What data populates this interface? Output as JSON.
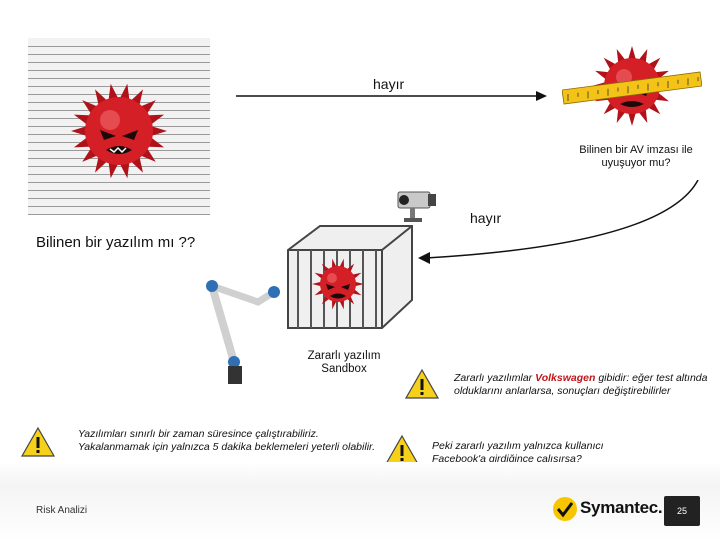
{
  "label_no_top": "hayır",
  "question_signature": "Bilinen bir AV imzası ile uyuşuyor mu?",
  "label_no_mid": "hayır",
  "question_known": "Bilinen bir yazılım mı ??",
  "sandbox_label_line1": "Zararlı yazılım",
  "sandbox_label_line2": "Sandbox",
  "note_right_prefix": "Zararlı yazılımlar ",
  "note_right_highlight": "Volkswagen",
  "note_right_suffix": " gibidir: eğer test altında olduklarını anlarlarsa, sonuçları değiştirebilirler",
  "note_left": "Yazılımları sınırlı bir zaman süresince çalıştırabiliriz. Yakalanmamak için yalnızca 5 dakika beklemeleri yeterli olabilir.",
  "note_facebook": "Peki zararlı yazılım yalnızca kullanıcı Facebook'a girdiğince çalışırsa?",
  "footer_title": "Risk Analizi",
  "brand": "Symantec.",
  "page_number": "25",
  "colors": {
    "virus": "#d41f26",
    "tape": "#f3c318",
    "accent_red": "#c0161b",
    "footer_dark": "#222222"
  }
}
